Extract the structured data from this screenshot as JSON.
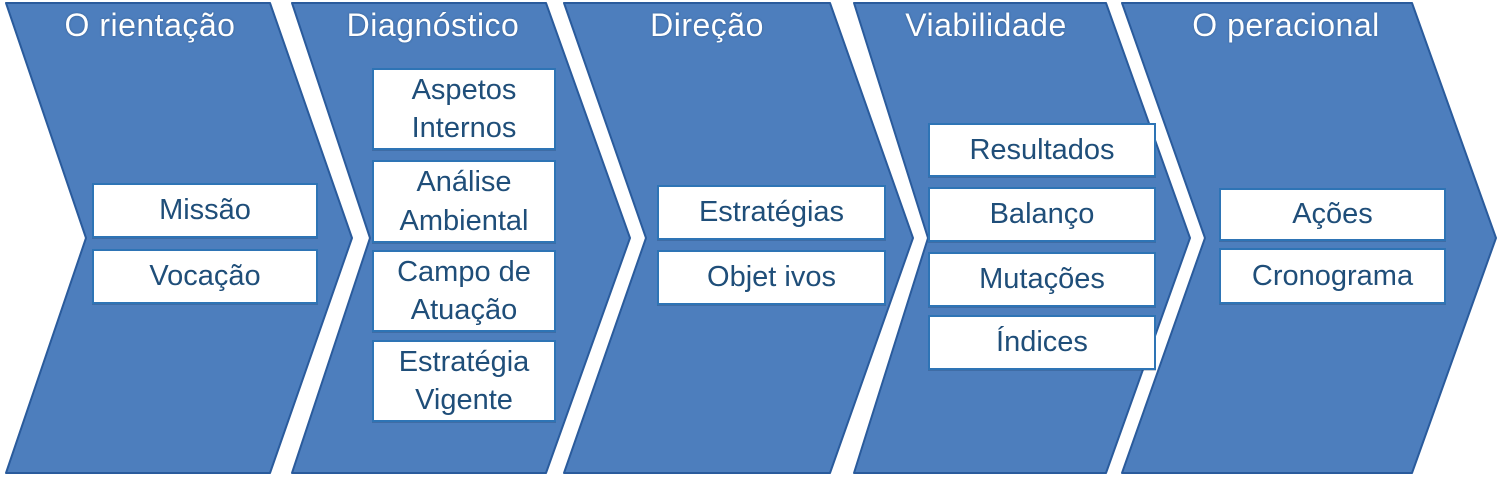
{
  "diagram": {
    "type": "chevron-process-flow",
    "direction": "left-to-right",
    "stage_count": 5
  },
  "colors": {
    "chevron_fill": "#4d7ebd",
    "chevron_stroke": "#2a5b9c",
    "box_bg": "#ffffff",
    "box_border": "#2e74b5",
    "box_text": "#1f4e79",
    "title_text": "#ffffff",
    "page_bg": "#ffffff"
  },
  "stages": [
    {
      "title": "O rientação",
      "boxes": [
        "Missão",
        "Vocação"
      ]
    },
    {
      "title": "Diagnóstico",
      "boxes": [
        "Aspetos Internos",
        "Análise Ambiental",
        "Campo de Atuação",
        "Estratégia Vigente"
      ]
    },
    {
      "title": "Direção",
      "boxes": [
        "Estratégias",
        "Objet ivos"
      ]
    },
    {
      "title": "Viabilidade",
      "boxes": [
        "Resultados",
        "Balanço",
        "Mutações",
        "Índices"
      ]
    },
    {
      "title": "O peracional",
      "boxes": [
        "Ações",
        "Cronograma"
      ]
    }
  ]
}
